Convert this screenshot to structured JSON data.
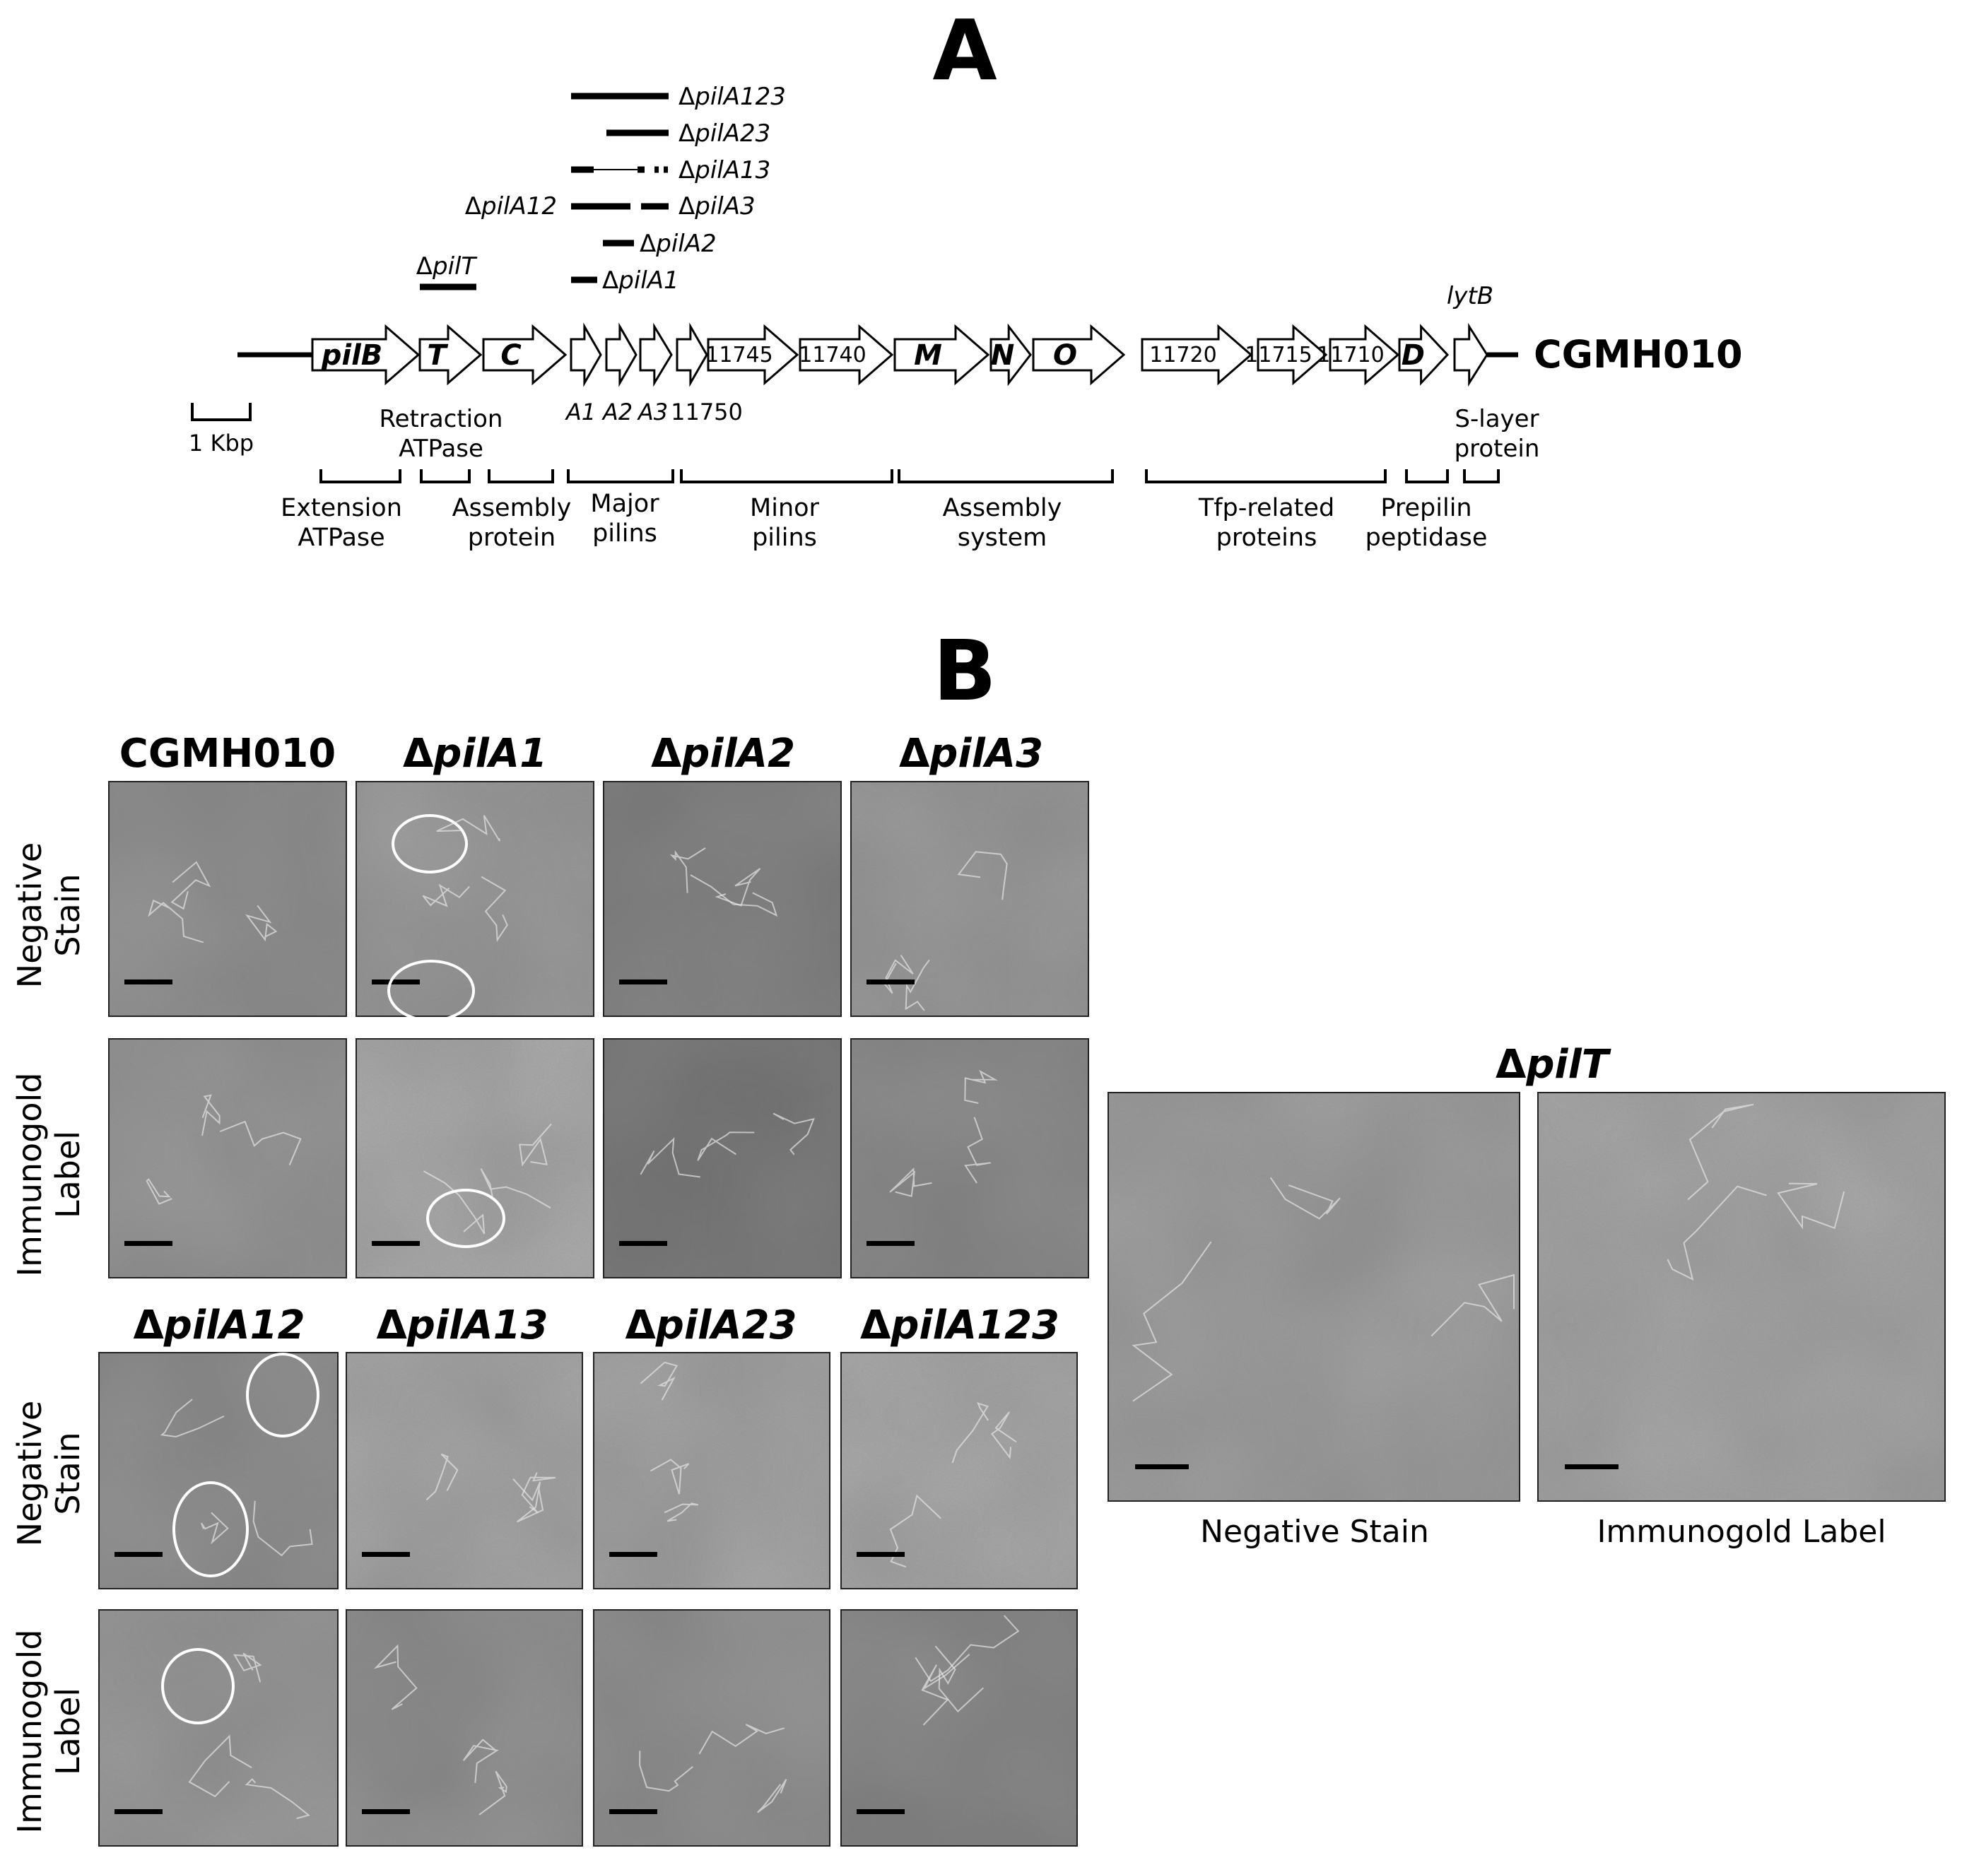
{
  "panel_a": {
    "letter": "A",
    "genes": [
      {
        "label": "pilB",
        "italic": true
      },
      {
        "label": "T",
        "italic": true
      },
      {
        "label": "C",
        "italic": true
      },
      {
        "label": "",
        "italic": true
      },
      {
        "label": "",
        "italic": true
      },
      {
        "label": "",
        "italic": true
      },
      {
        "label": "",
        "italic": true
      },
      {
        "label": "11745",
        "italic": false
      },
      {
        "label": "11740",
        "italic": false
      },
      {
        "label": "M",
        "italic": true
      },
      {
        "label": "N",
        "italic": true
      },
      {
        "label": "O",
        "italic": true
      },
      {
        "label": "11720",
        "italic": false
      },
      {
        "label": "11715",
        "italic": false
      },
      {
        "label": "11710",
        "italic": false
      },
      {
        "label": "D",
        "italic": true
      },
      {
        "label": "",
        "italic": true
      }
    ],
    "strain_label": "CGMH010",
    "lytb_label": "lytB",
    "sub_labels": {
      "a1": "A1",
      "a2": "A2",
      "a3": "A3",
      "g11750": "11750"
    },
    "scale_bar_label": "1 Kbp",
    "retraction_label": [
      "Retraction",
      "ATPase"
    ],
    "slayer_label": [
      "S-layer",
      "protein"
    ],
    "deletions": [
      {
        "prefix": "Δ",
        "name": "pilA123"
      },
      {
        "prefix": "Δ",
        "name": "pilA23"
      },
      {
        "prefix": "Δ",
        "name": "pilA13"
      },
      {
        "prefix": "Δ",
        "name": "pilA12"
      },
      {
        "prefix": "Δ",
        "name": "pilA3"
      },
      {
        "prefix": "Δ",
        "name": "pilA2"
      },
      {
        "prefix": "Δ",
        "name": "pilA1"
      },
      {
        "prefix": "Δ",
        "name": "pilT"
      }
    ],
    "categories": [
      [
        "Extension",
        "ATPase"
      ],
      [
        "Assembly",
        "protein"
      ],
      [
        "Major",
        "pilins"
      ],
      [
        "Minor",
        "pilins"
      ],
      [
        "Assembly",
        "system"
      ],
      [
        "Tfp-related",
        "proteins"
      ],
      [
        "Prepilin",
        "peptidase"
      ]
    ]
  },
  "panel_b": {
    "letter": "B",
    "row_labels": {
      "negative": [
        "Negative",
        "Stain"
      ],
      "immuno": [
        "Immunogold",
        "Label"
      ]
    },
    "top_strains": [
      {
        "prefix": "",
        "name": "CGMH010",
        "italic": false
      },
      {
        "prefix": "Δ",
        "name": "pilA1",
        "italic": true
      },
      {
        "prefix": "Δ",
        "name": "pilA2",
        "italic": true
      },
      {
        "prefix": "Δ",
        "name": "pilA3",
        "italic": true
      }
    ],
    "bottom_strains": [
      {
        "prefix": "Δ",
        "name": "pilA12",
        "italic": true
      },
      {
        "prefix": "Δ",
        "name": "pilA13",
        "italic": true
      },
      {
        "prefix": "Δ",
        "name": "pilA23",
        "italic": true
      },
      {
        "prefix": "Δ",
        "name": "pilA123",
        "italic": true
      }
    ],
    "pilt_title": {
      "prefix": "Δ",
      "name": "pilT"
    },
    "pilt_captions": [
      "Negative Stain",
      "Immunogold Label"
    ]
  }
}
